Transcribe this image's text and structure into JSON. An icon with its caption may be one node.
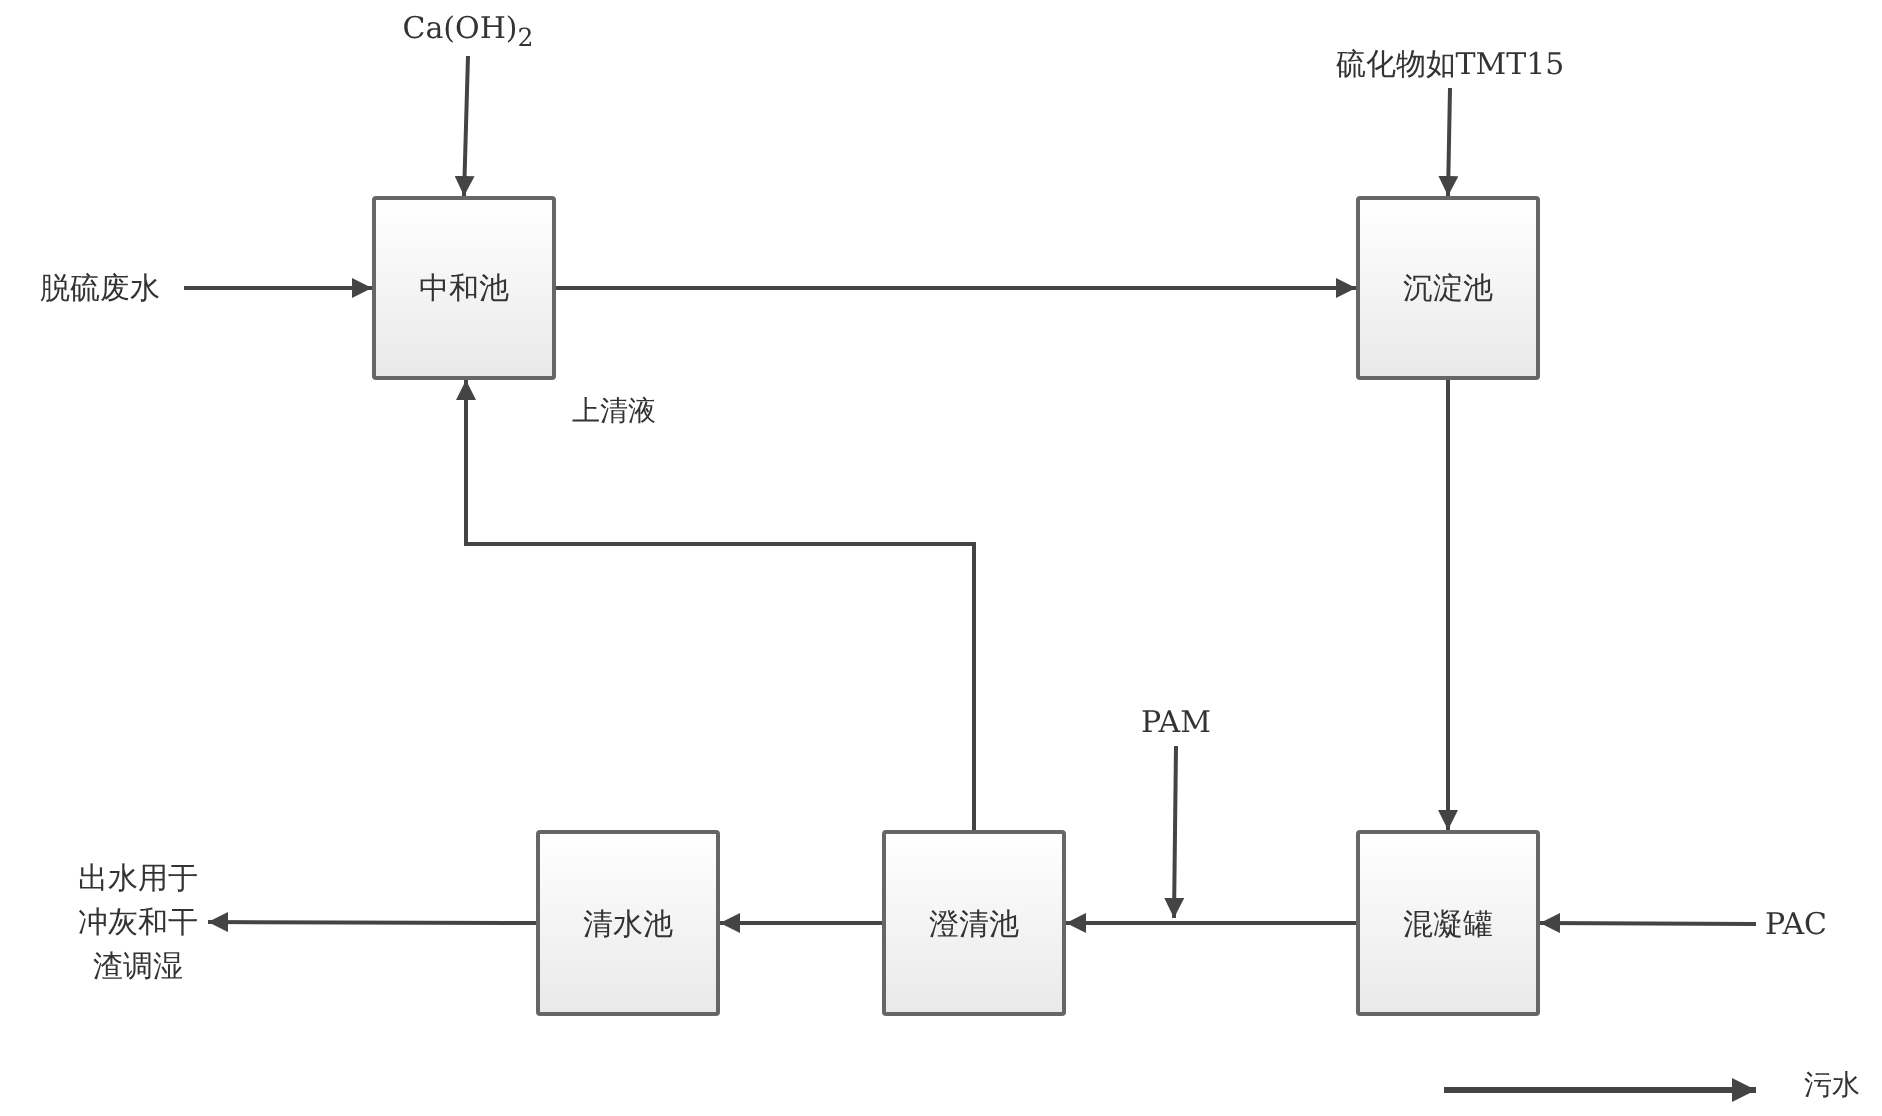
{
  "diagram": {
    "nodes": [
      {
        "text": [
          "脱硫废水"
        ]
      },
      {
        "text": [
          "Ca(OH)$_{2}$"
        ]
      },
      {
        "text": [
          "中和池"
        ]
      },
      {
        "text": [
          "硫化物如TMT15"
        ]
      },
      {
        "text": [
          "沉淀池"
        ]
      },
      {
        "text": [
          "混凝罐"
        ]
      },
      {
        "text": [
          "PAC"
        ]
      },
      {
        "text": [
          "PAM"
        ]
      },
      {
        "text": [
          "澄清池"
        ]
      },
      {
        "text": [
          "清水池"
        ]
      },
      {
        "text": [
          "出水用于冲灰和干渣调湿"
        ]
      }
    ],
    "edges": [
      {
        "from": 0,
        "to": 2,
        "arrow": "to"
      },
      {
        "from": 1,
        "to": 2,
        "arrow": "to"
      },
      {
        "from": 2,
        "to": 4,
        "arrow": "to"
      },
      {
        "from": 3,
        "to": 4,
        "arrow": "to"
      },
      {
        "from": 4,
        "to": 5,
        "arrow": "to"
      },
      {
        "from": 6,
        "to": 5,
        "arrow": "to"
      },
      {
        "from": 5,
        "to": 8,
        "arrow": "to"
      },
      {
        "from": 7,
        "to": null,
        "arrow": "to"
      },
      {
        "from": 8,
        "to": 2,
        "arrow": "to",
        "label": "上清液"
      },
      {
        "from": 8,
        "to": 9,
        "arrow": "to"
      },
      {
        "from": 9,
        "to": 10,
        "arrow": "to"
      }
    ],
    "legend": [
      {
        "text": "污水"
      }
    ]
  }
}
